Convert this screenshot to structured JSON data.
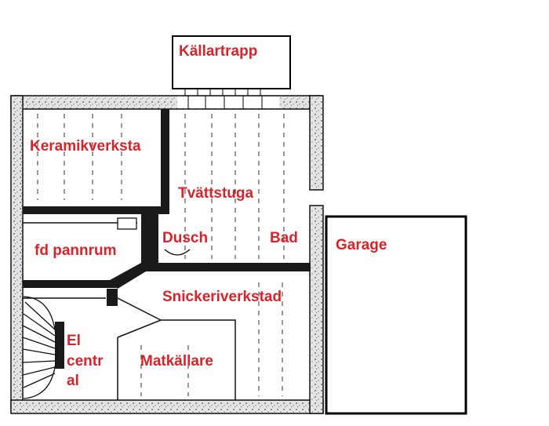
{
  "rooms": {
    "stairs_out": "Källartrapp",
    "ceramics": "Keramikverksta",
    "laundry": "Tvättstuga",
    "shower": "Dusch",
    "bath": "Bad",
    "garage": "Garage",
    "old_boiler": "fd pannrum",
    "workshop": "Snickeriverkstad",
    "electric": "El centr al",
    "pantry": "Matkällare"
  },
  "colors": {
    "label": "#d8232a",
    "wall": "#1a1a1a",
    "wall_fill": "#e6e6e6",
    "background": "#ffffff"
  }
}
